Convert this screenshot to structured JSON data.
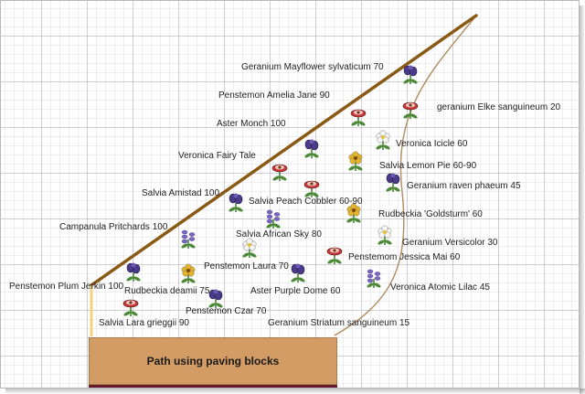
{
  "path": {
    "label": "Path using paving blocks"
  },
  "labels": {
    "geranium_mayflower": "Geranium  Mayflower sylvaticum  70",
    "penstemon_amelia": "Penstemon Amelia Jane 90",
    "geranium_elke": "geranium Elke sanguineum 20",
    "aster_monch": "Aster Monch 100",
    "veronica_icicle": "Veronica Icicle 60",
    "veronica_fairy": "Veronica Fairy Tale",
    "salvia_lemon": "Salvia Lemon Pie 60-90",
    "geranium_raven": "Geranium raven phaeum 45",
    "salvia_amistad": "Salvia Amistad 100",
    "salvia_peach": "Salvia Peach Cobbler 60-90",
    "rudbeckia_goldsturm": "Rudbeckia 'Goldsturm'  60",
    "campanula": "Campanula Pritchards 100",
    "salvia_african": "Salvia African Sky 80",
    "geranium_versicolor": "Geranium Versicolor 30",
    "penstemom_jessica": "Penstemom Jessica Mai 60",
    "penstemon_laura": "Penstemon Laura 70",
    "penstemon_plum": "Penstemon Plum Jerkin 100",
    "veronica_atomic": "Veronica Atomic Lilac 45",
    "rudbeckia_deamii": "Rudbeckia deamii  75",
    "aster_purple": "Aster Purple Dome 60",
    "penstemon_czar": "Penstemon Czar 70",
    "salvia_lara": "Salvia Lara grieggii 90",
    "geranium_striatum": "Geranium Striatum sanguineum 15"
  },
  "colors": {
    "border_line": "#8a5a14",
    "curve": "#b08a60",
    "path_fill": "#d29c64",
    "purple_flower": "#4a3b8a",
    "red_flower": "#c73a3a",
    "yellow_flower": "#e6b426",
    "white_flower": "#f6f6f6",
    "lavender": "#7b68c4"
  },
  "flowers": [
    {
      "name": "purple-flower-icon",
      "kind": "purple"
    },
    {
      "name": "red-flower-icon",
      "kind": "red"
    },
    {
      "name": "red-flower-icon",
      "kind": "red"
    },
    {
      "name": "white-flower-icon",
      "kind": "white"
    },
    {
      "name": "purple-flower-icon",
      "kind": "purple"
    },
    {
      "name": "red-flower-icon",
      "kind": "red"
    },
    {
      "name": "yellow-flower-icon",
      "kind": "yellow"
    },
    {
      "name": "red-flower-icon",
      "kind": "red"
    },
    {
      "name": "purple-flower-icon",
      "kind": "purple"
    },
    {
      "name": "purple-flower-icon",
      "kind": "purple"
    },
    {
      "name": "yellow-flower-icon",
      "kind": "yellow"
    },
    {
      "name": "lavender-flower-icon",
      "kind": "lavender"
    },
    {
      "name": "lavender-flower-icon",
      "kind": "lavender"
    },
    {
      "name": "white-flower-icon",
      "kind": "white"
    },
    {
      "name": "white-flower-icon",
      "kind": "white"
    },
    {
      "name": "red-flower-icon",
      "kind": "red"
    },
    {
      "name": "purple-flower-icon",
      "kind": "purple"
    },
    {
      "name": "yellow-flower-icon",
      "kind": "yellow"
    },
    {
      "name": "purple-flower-icon",
      "kind": "purple"
    },
    {
      "name": "lavender-flower-icon",
      "kind": "lavender"
    },
    {
      "name": "purple-flower-icon",
      "kind": "purple"
    },
    {
      "name": "red-flower-icon",
      "kind": "red"
    }
  ]
}
